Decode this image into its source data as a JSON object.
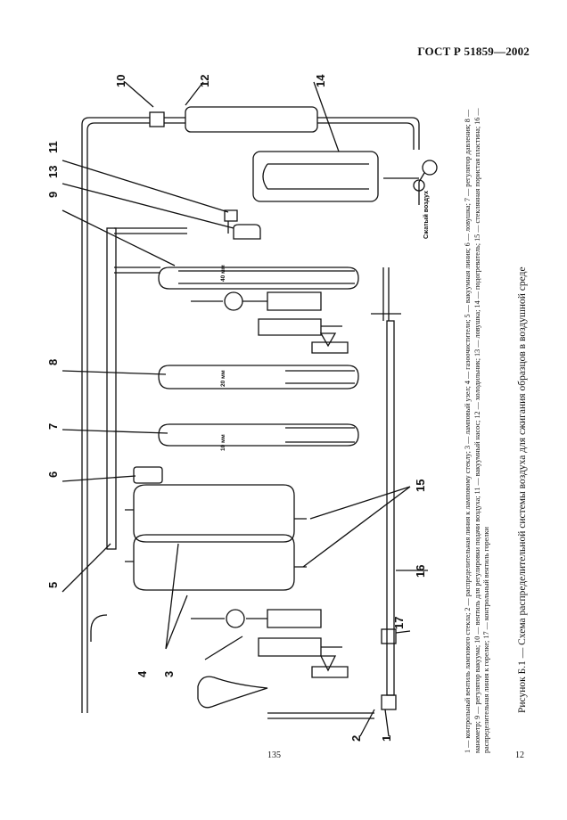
{
  "page": {
    "header": "ГОСТ Р 51859—2002",
    "page_left": "135",
    "page_right": "12",
    "caption": "Рисунок Б.1 — Схема распределительной системы воздуха для сжигания образцов в воздушной среде",
    "legend": "1 — контрольный вентиль лампового стекла; 2 — распределительная линия к ламповому стеклу; 3 — ламповый узел; 4 — газоочистители; 5 — вакуумная линия; 6 — ловушка; 7 — регулятор давления; 8 — манометр; 9 — регулятор вакуума; 10 — вентиль для регулировки подачи воздуха; 11 — вакуумный насос; 12 — холодильник; 13 — ловушка; 14 — подогреватель; 15 — стеклянная пористая пластина; 16 — распределительная линия к горелке; 17 — контрольный вентиль горелки"
  },
  "figure": {
    "labels": [
      "1",
      "2",
      "3",
      "4",
      "5",
      "6",
      "7",
      "8",
      "9",
      "10",
      "11",
      "12",
      "13",
      "14",
      "15",
      "16",
      "17"
    ],
    "air_text": "Сжатый воздух",
    "gauge_marks": [
      "10 мм",
      "20 мм",
      "40 мм"
    ]
  }
}
